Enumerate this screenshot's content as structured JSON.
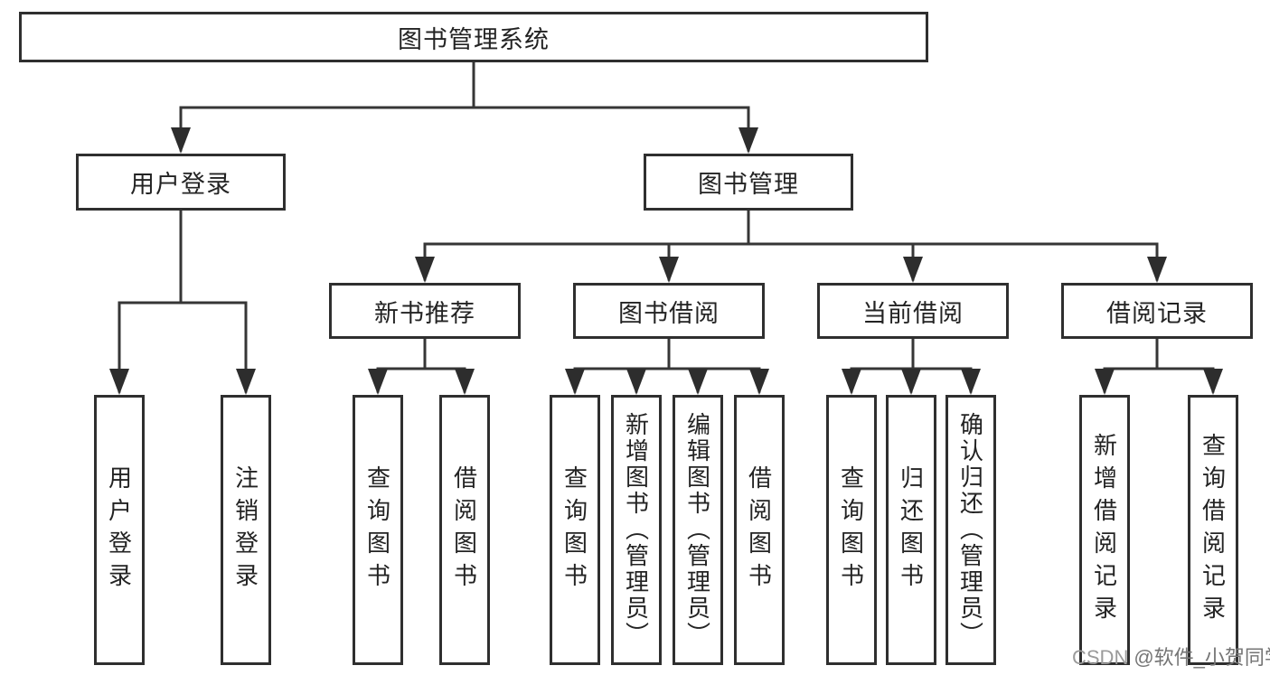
{
  "diagram_type": "hierarchy-tree",
  "root": {
    "label": "图书管理系统",
    "children": [
      {
        "label": "用户登录",
        "children": [
          {
            "label": "用户登录"
          },
          {
            "label": "注销登录"
          }
        ]
      },
      {
        "label": "图书管理",
        "children": [
          {
            "label": "新书推荐",
            "children": [
              {
                "label": "查询图书"
              },
              {
                "label": "借阅图书"
              }
            ]
          },
          {
            "label": "图书借阅",
            "children": [
              {
                "label": "查询图书"
              },
              {
                "label": "新增图书（管理员）"
              },
              {
                "label": "编辑图书（管理员）"
              },
              {
                "label": "借阅图书"
              }
            ]
          },
          {
            "label": "当前借阅",
            "children": [
              {
                "label": "查询图书"
              },
              {
                "label": "归还图书"
              },
              {
                "label": "确认归还（管理员）"
              }
            ]
          },
          {
            "label": "借阅记录",
            "children": [
              {
                "label": "新增借阅记录"
              },
              {
                "label": "查询借阅记录"
              }
            ]
          }
        ]
      }
    ]
  },
  "watermark": {
    "prefix": "CSDN",
    "handle": "@软件_小贺同学"
  },
  "colors": {
    "line": "#363636",
    "box_border": "#2f2f2f",
    "text": "#232323",
    "background": "#ffffff",
    "watermark_light": "#9b9b9b",
    "watermark_dark": "#757575"
  }
}
